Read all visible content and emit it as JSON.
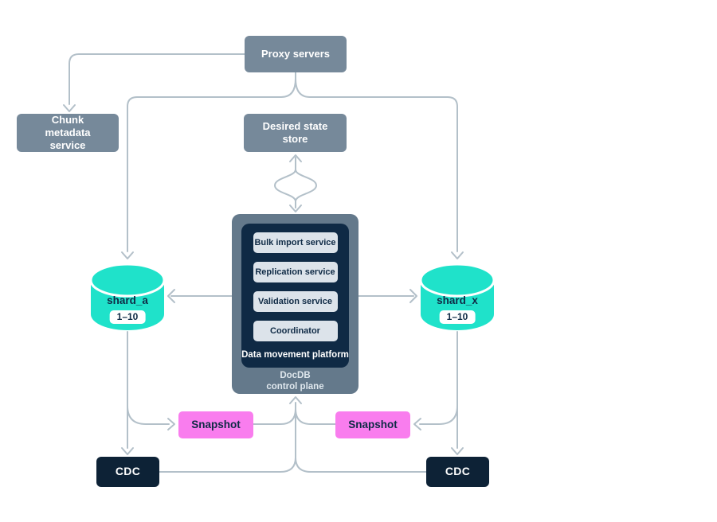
{
  "colors": {
    "slate": "#76899A",
    "slate_dark": "#64798B",
    "navy": "#0D2236",
    "navy_inner": "#0F2A45",
    "pill": "#DCE3EA",
    "pink": "#F97DEE",
    "teal": "#1FE2CA",
    "line": "#B3C0C9",
    "text_light": "#FFFFFF",
    "caption": "#DFE7ED"
  },
  "nodes": {
    "proxy": "Proxy servers",
    "chunk_metadata": "Chunk metadata service",
    "desired_state": "Desired state store"
  },
  "platform": {
    "services": [
      "Bulk import service",
      "Replication service",
      "Validation service",
      "Coordinator"
    ],
    "title": "Data movement platform",
    "caption": "DocDB\ncontrol plane"
  },
  "shards": [
    {
      "name": "shard_a",
      "range": "1–10"
    },
    {
      "name": "shard_x",
      "range": "1–10"
    }
  ],
  "snapshots": {
    "left": "Snapshot",
    "right": "Snapshot"
  },
  "cdc": {
    "left": "CDC",
    "right": "CDC"
  }
}
